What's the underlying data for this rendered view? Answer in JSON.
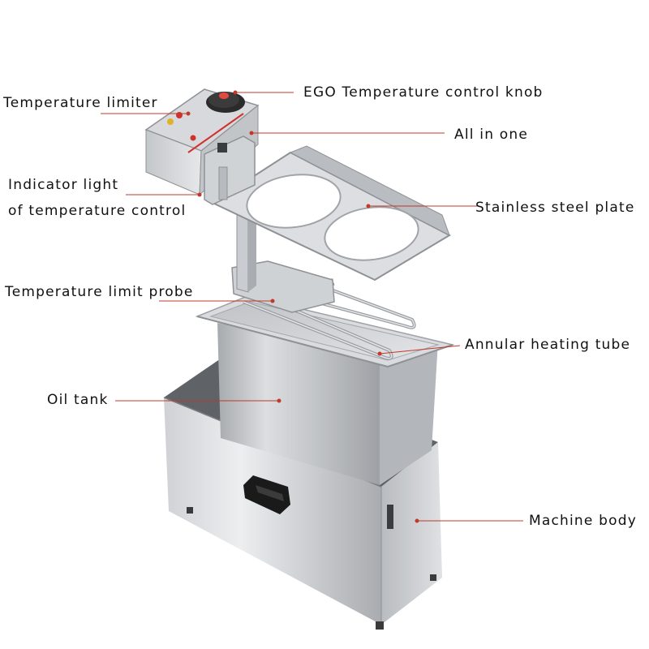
{
  "labels": {
    "ego_knob": "EGO Temperature control knob",
    "temp_limiter": "Temperature limiter",
    "all_in_one": "All in one",
    "indicator_line1": "Indicator light",
    "indicator_line2": "of temperature control",
    "stainless_plate": "Stainless steel plate",
    "limit_probe": "Temperature limit probe",
    "heating_tube": "Annular heating tube",
    "oil_tank": "Oil tank",
    "machine_body": "Machine body"
  },
  "colors": {
    "leader_line": "#c0392b",
    "label_text": "#111111",
    "steel_light": "#e6e7e9",
    "steel_mid": "#b9bcc0",
    "steel_dark": "#8d9196",
    "knob_red": "#d0312d",
    "handle_black": "#1a1a1a"
  }
}
